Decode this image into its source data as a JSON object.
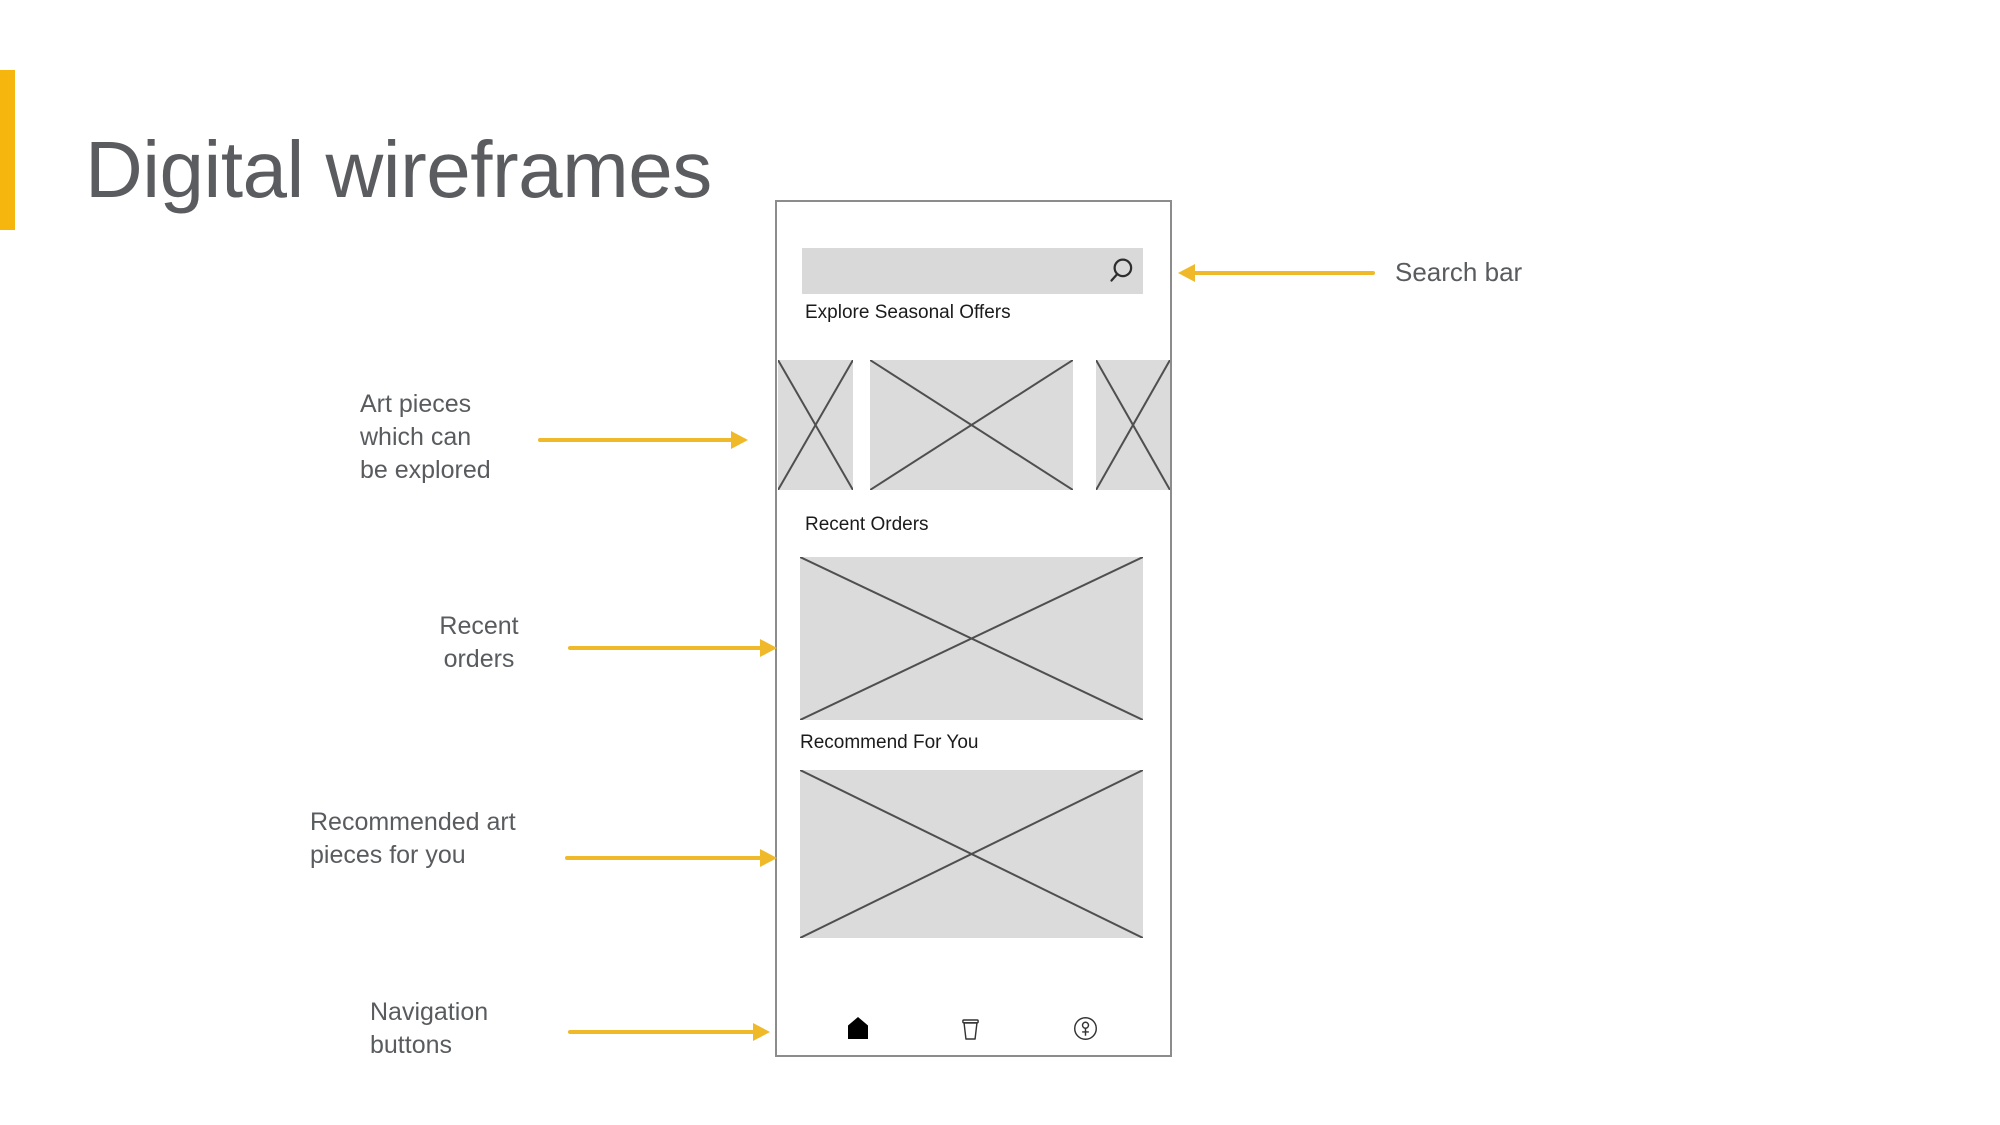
{
  "slide": {
    "title": "Digital wireframes"
  },
  "phone": {
    "explore_heading": "Explore Seasonal Offers",
    "recent_heading": "Recent Orders",
    "recommend_heading": "Recommend For You"
  },
  "annotations": {
    "search_bar": "Search bar",
    "art_pieces": "Art pieces\nwhich can\nbe explored",
    "recent_orders": "Recent\norders",
    "recommended": "Recommended art\npieces for you",
    "navigation": "Navigation\nbuttons"
  },
  "icons": {
    "search": "magnifier-icon",
    "nav_home": "home-icon",
    "nav_cart": "cup-icon",
    "nav_account": "account-icon"
  },
  "colors": {
    "accent-bar": "#F7B60D",
    "arrow": "#EFB929",
    "title-gray": "#5A5C5F",
    "annotation-gray": "#595C5F",
    "frame-border": "#8C8C8C",
    "searchbar-fill": "#D9D9D9",
    "placeholder-fill": "#DBDBDB",
    "placeholder-line": "#4F4F4F"
  }
}
